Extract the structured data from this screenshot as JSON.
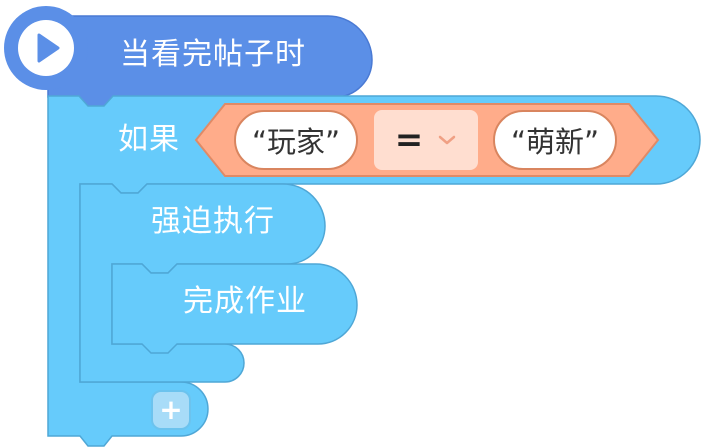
{
  "colors": {
    "hat_block": "#5b8fe7",
    "control_block": "#66cbfb",
    "operator_block": "#ffac8a",
    "operator_dropdown_bg": "#ffded0"
  },
  "hat": {
    "label": "当看完帖子时",
    "icon": "play-icon"
  },
  "if_block": {
    "label": "如果",
    "condition": {
      "left": "“玩家”",
      "operator": "=",
      "right": "“萌新”"
    }
  },
  "force_block": {
    "label": "强迫执行"
  },
  "task_block": {
    "label": "完成作业"
  },
  "add_button": {
    "label": "+"
  }
}
